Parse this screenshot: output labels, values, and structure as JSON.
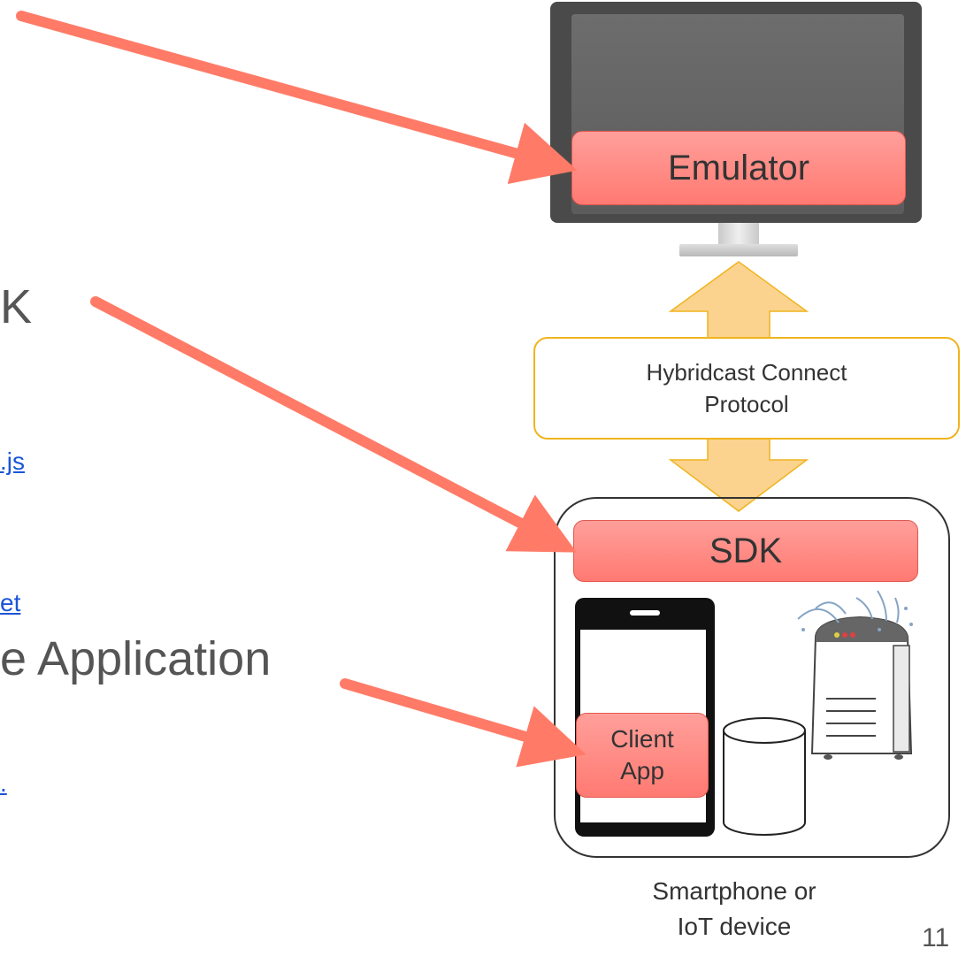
{
  "left": {
    "heading_sdk": "K",
    "link_1": ".js",
    "link_2": "et",
    "heading_app": "e Application",
    "link_3": "."
  },
  "diagram": {
    "emulator": "Emulator",
    "protocol_line1": "Hybridcast Connect",
    "protocol_line2": "Protocol",
    "sdk": "SDK",
    "client_line1": "Client",
    "client_line2": "App",
    "caption_line1": "Smartphone or",
    "caption_line2": "IoT device"
  },
  "page_number": "11",
  "colors": {
    "arrow": "#ff7b67",
    "box_fill": "#ff8f88",
    "protocol_arrow": "#fbd38f",
    "protocol_border": "#f0b41e",
    "link": "#1a55d8"
  }
}
